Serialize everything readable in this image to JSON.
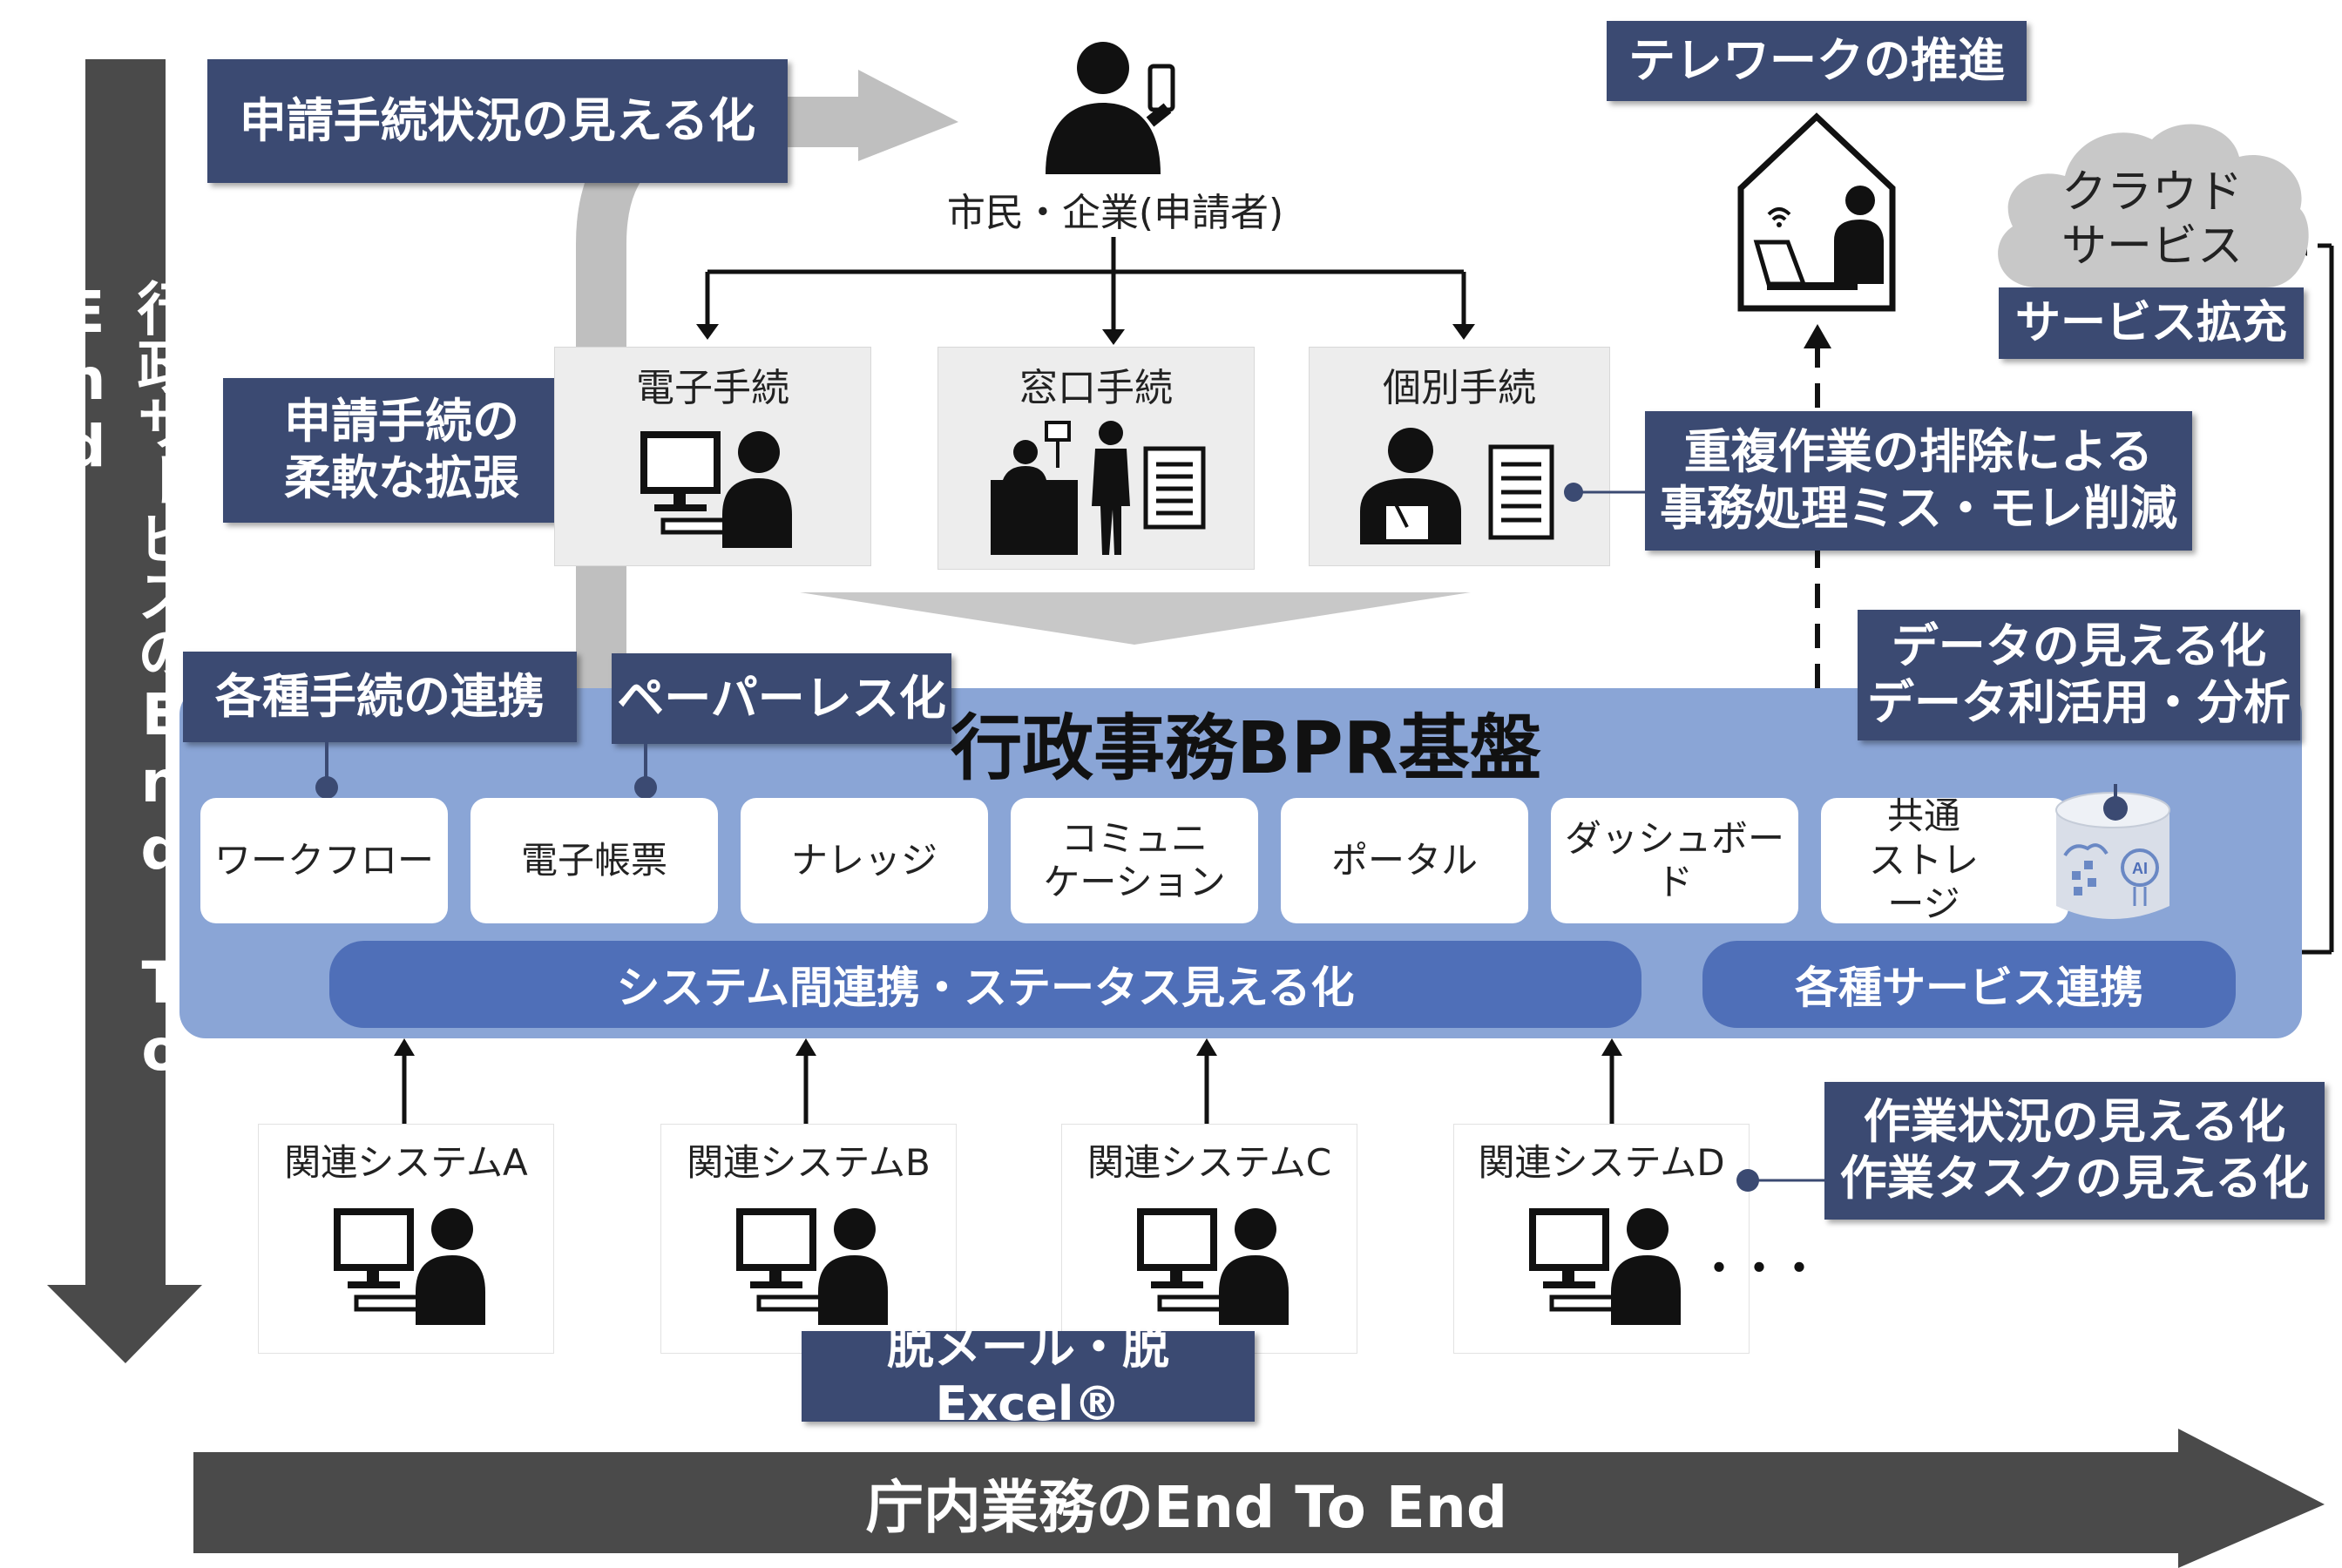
{
  "vertical_arrow_label": "行政サービスのEnd To End",
  "horizontal_arrow_label": "庁内業務のEnd To End",
  "top_label_visibility": "申請手続状況の見える化",
  "applicant_label": "市民・企業(申請者)",
  "telework_label": "テレワークの推進",
  "cloud_label_line1": "クラウド",
  "cloud_label_line2": "サービス",
  "service_expand_label": "サービス拡充",
  "flexible_line1": "申請手続の",
  "flexible_line2": "柔軟な拡張",
  "procedures": [
    {
      "label": "電子手続"
    },
    {
      "label": "窓口手続"
    },
    {
      "label": "個別手続"
    }
  ],
  "duplication_line1": "重複作業の排除による",
  "duplication_line2": "事務処理ミス・モレ削減",
  "data_vis_line1": "データの見える化",
  "data_vis_line2": "データ利活用・分析",
  "coordination_label": "各種手続の連携",
  "paperless_label": "ペーパーレス化",
  "platform_title": "行政事務BPR基盤",
  "modules": {
    "workflow": "ワークフロー",
    "e_forms": "電子帳票",
    "knowledge": "ナレッジ",
    "comm_line1": "コミュニ",
    "comm_line2": "ケーション",
    "portal": "ポータル",
    "dashboard": "ダッシュボード",
    "storage_line1": "共通",
    "storage_line2": "ストレージ"
  },
  "ai_text": "AI",
  "pill_system": "システム間連携・ステータス見える化",
  "pill_service": "各種サービス連携",
  "systems": [
    {
      "label": "関連システムA"
    },
    {
      "label": "関連システムB"
    },
    {
      "label": "関連システムC"
    },
    {
      "label": "関連システムD"
    }
  ],
  "ellipsis": "・・・",
  "work_vis_line1": "作業状況の見える化",
  "work_vis_line2": "作業タスクの見える化",
  "excel_label": "脱メール・脱Excel®",
  "colors": {
    "navy": "#3b4a72",
    "platform": "#8aa5d6",
    "pill": "#4f6fb8",
    "dark_arrow": "#4a4a4a",
    "gray_arrow": "#bfbfbf"
  }
}
